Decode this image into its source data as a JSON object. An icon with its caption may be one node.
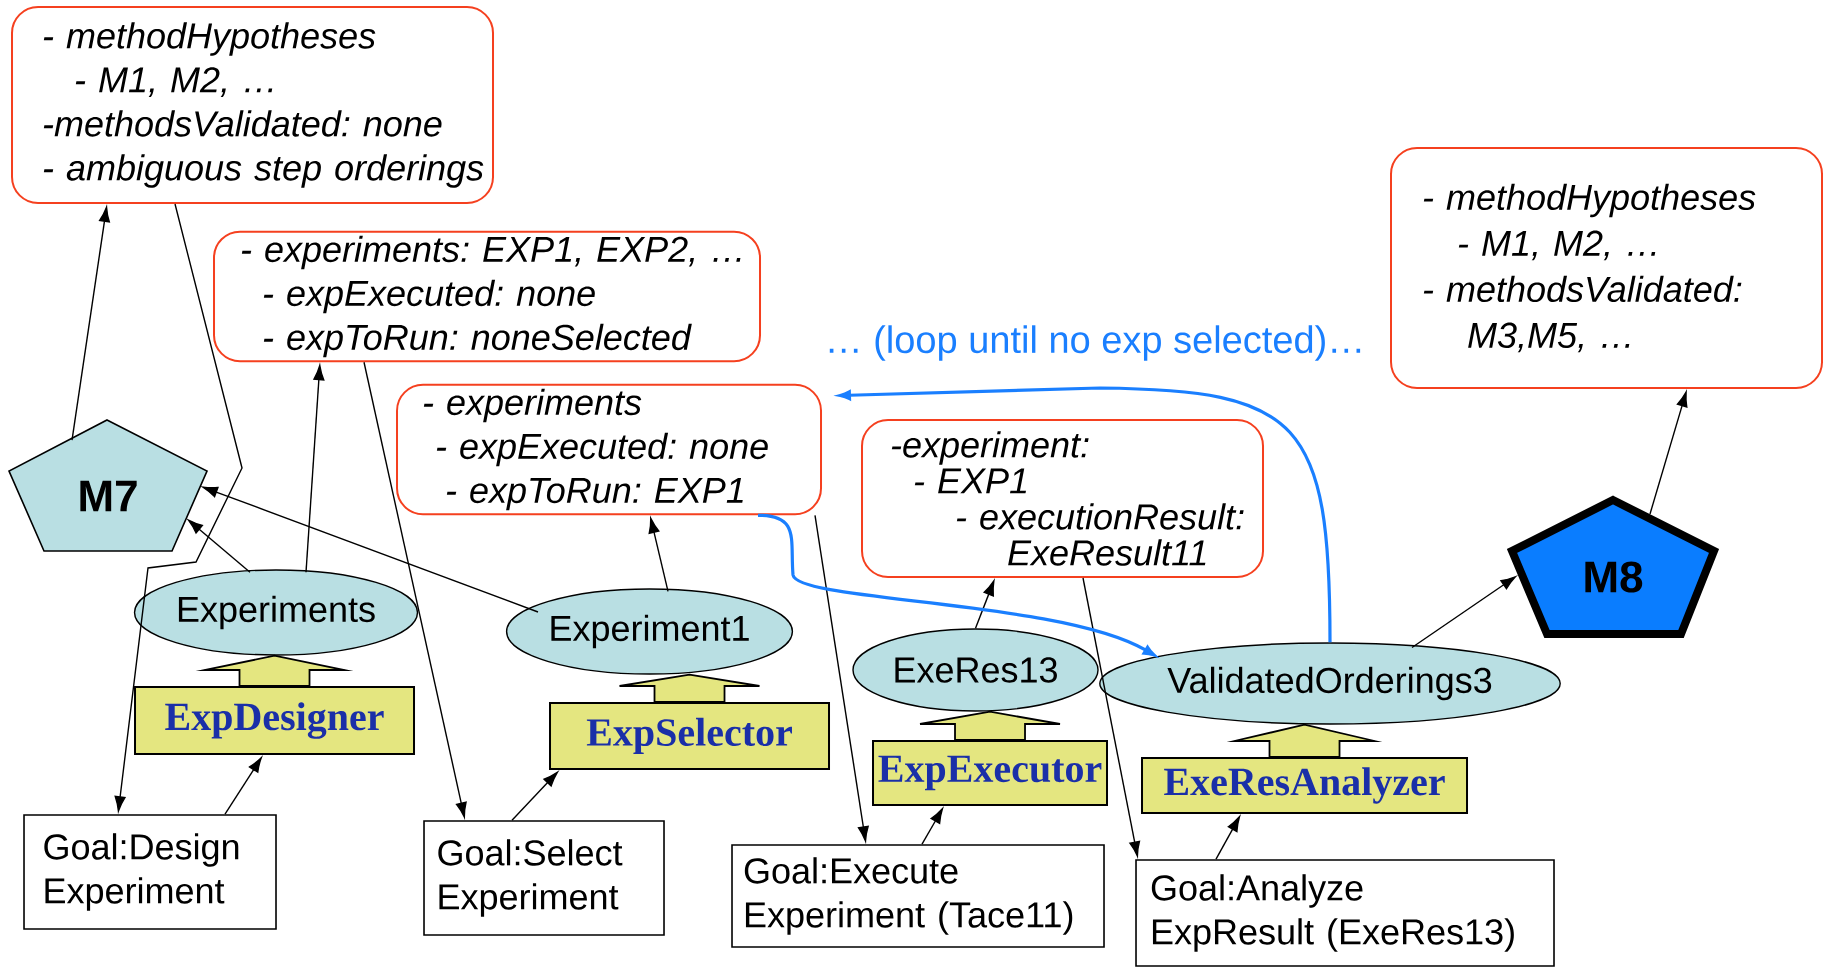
{
  "diagram": {
    "nodes": [
      {
        "text": [
          "- methodHypotheses",
          "- M1, M2, …",
          "-methodsValidated: none",
          "- ambiguous step orderings"
        ]
      },
      {
        "text": [
          "- experiments: EXP1, EXP2, …",
          "- expExecuted: none",
          "- expToRun: noneSelected"
        ]
      },
      {
        "text": [
          "- experiments",
          "- expExecuted: none",
          "- expToRun: EXP1"
        ]
      },
      {
        "text": [
          "-experiment:",
          "-  EXP1",
          "- executionResult:",
          "ExeResult11"
        ]
      },
      {
        "text": [
          "-  methodHypotheses",
          "- M1, M2, …",
          "- methodsValidated:",
          "M3,M5, …"
        ]
      },
      {
        "text": [
          "M7"
        ]
      },
      {
        "text": [
          "M8"
        ]
      },
      {
        "text": [
          "Experiments"
        ]
      },
      {
        "text": [
          "Experiment1"
        ]
      },
      {
        "text": [
          "ExeRes13"
        ]
      },
      {
        "text": [
          "ValidatedOrderings3"
        ]
      },
      {
        "text": [
          "ExpDesigner"
        ]
      },
      {
        "text": [
          "ExpSelector"
        ]
      },
      {
        "text": [
          "ExpExecutor"
        ]
      },
      {
        "text": [
          "ExeResAnalyzer"
        ]
      },
      {
        "text": [
          "Goal:Design Experiment"
        ]
      },
      {
        "text": [
          "Goal:Select Experiment"
        ]
      },
      {
        "text": [
          "Goal:Execute Experiment (Tace11)"
        ]
      },
      {
        "text": [
          "Goal:Analyze ExpResult (ExeRes13)"
        ]
      }
    ],
    "edges": [
      {
        "from": 5,
        "to": 0,
        "arrow": "to"
      },
      {
        "from": 0,
        "to": 15,
        "arrow": "to"
      },
      {
        "from": 7,
        "to": 5,
        "arrow": "to"
      },
      {
        "from": 7,
        "to": 1,
        "arrow": "to"
      },
      {
        "from": 1,
        "to": 16,
        "arrow": "to"
      },
      {
        "from": 8,
        "to": 5,
        "arrow": "to"
      },
      {
        "from": 8,
        "to": 2,
        "arrow": "to"
      },
      {
        "from": 2,
        "to": 17,
        "arrow": "to"
      },
      {
        "from": 9,
        "to": 3,
        "arrow": "to"
      },
      {
        "from": 3,
        "to": 18,
        "arrow": "to"
      },
      {
        "from": 10,
        "to": 6,
        "arrow": "to"
      },
      {
        "from": 6,
        "to": 4,
        "arrow": "to"
      },
      {
        "from": 15,
        "to": 11,
        "arrow": "to"
      },
      {
        "from": 16,
        "to": 12,
        "arrow": "to"
      },
      {
        "from": 17,
        "to": 13,
        "arrow": "to"
      },
      {
        "from": 18,
        "to": 14,
        "arrow": "to"
      },
      {
        "from": 11,
        "to": 7,
        "arrow": "to",
        "style": "thick"
      },
      {
        "from": 12,
        "to": 8,
        "arrow": "to",
        "style": "thick"
      },
      {
        "from": 13,
        "to": 9,
        "arrow": "to",
        "style": "thick"
      },
      {
        "from": 14,
        "to": 10,
        "arrow": "to",
        "style": "thick"
      },
      {
        "from": 2,
        "to": 10,
        "arrow": "to",
        "color": "#1a7fff"
      },
      {
        "from": 10,
        "to": 2,
        "arrow": "to",
        "color": "#1a7fff",
        "label": "… (loop until no exp selected)…"
      }
    ]
  }
}
